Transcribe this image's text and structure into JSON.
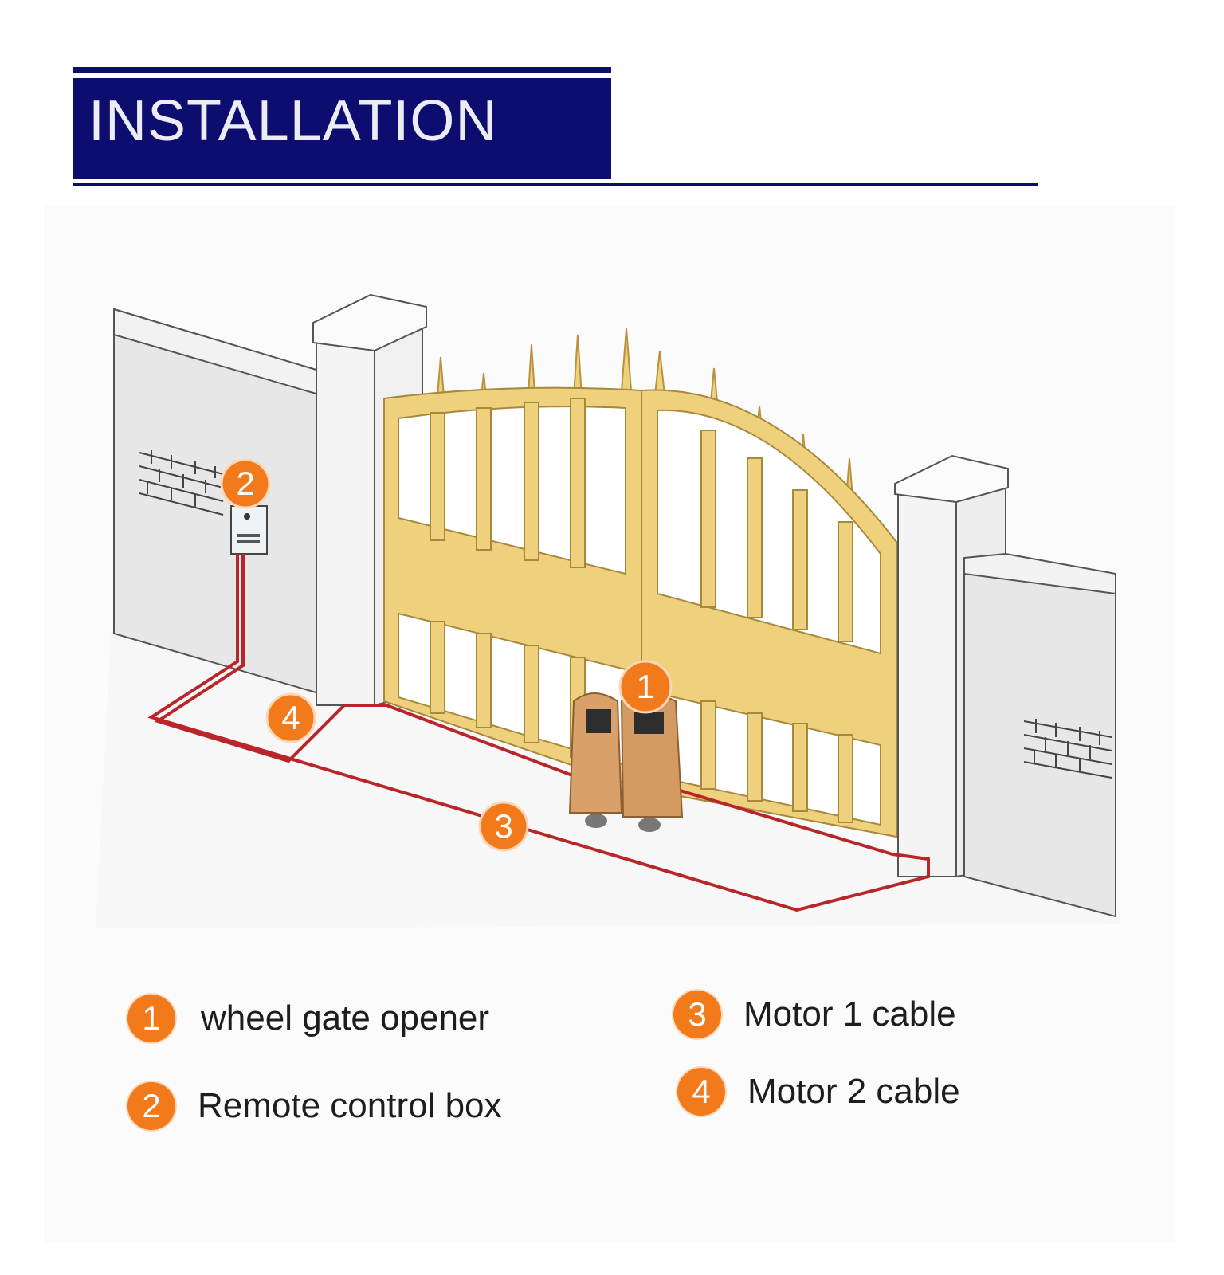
{
  "header": {
    "title": "INSTALLATION"
  },
  "markers": [
    {
      "num": "1"
    },
    {
      "num": "2"
    },
    {
      "num": "3"
    },
    {
      "num": "4"
    }
  ],
  "legend": [
    {
      "num": "1",
      "label": "wheel gate opener"
    },
    {
      "num": "2",
      "label": "Remote control box"
    },
    {
      "num": "3",
      "label": "Motor 1 cable"
    },
    {
      "num": "4",
      "label": "Motor 2 cable"
    }
  ],
  "colors": {
    "header": "#0c0d6e",
    "gate": "#efd07c",
    "badge": "#f27a1a",
    "cable": "#b8262a",
    "motor": "#d9a06a"
  }
}
